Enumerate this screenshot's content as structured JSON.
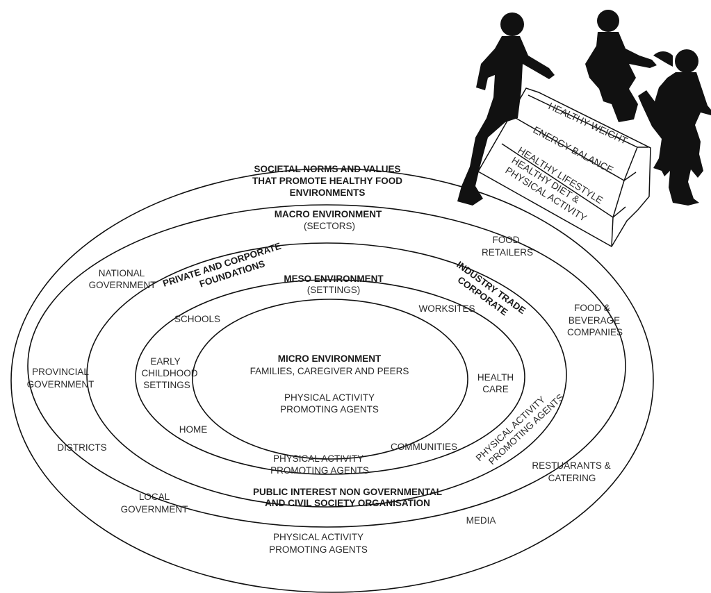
{
  "rings": {
    "societal": {
      "title_lines": [
        "SOCIETAL NORMS AND VALUES",
        "THAT PROMOTE HEALTHY FOOD",
        "ENVIRONMENTS"
      ],
      "bottom_lines": [
        "PHYSICAL ACTIVITY",
        "PROMOTING AGENTS"
      ]
    },
    "macro": {
      "title": "MACRO ENVIRONMENT",
      "subtitle": "(SECTORS)",
      "national_government": [
        "NATIONAL",
        "GOVERNMENT"
      ],
      "provincial_government": [
        "PROVINCIAL",
        "GOVERNMENT"
      ],
      "districts": "DISTRICTS",
      "local_government": [
        "LOCAL",
        "GOVERNMENT"
      ],
      "media": "MEDIA",
      "food_retailers": [
        "FOOD",
        "RETAILERS"
      ],
      "food_beverage": [
        "FOOD &",
        "BEVERAGE",
        "COMPANIES"
      ],
      "restaurants": [
        "RESTUARANTS &",
        "CATERING"
      ]
    },
    "private": {
      "label_lines": [
        "PRIVATE AND CORPORATE",
        "FOUNDATIONS"
      ],
      "industry_lines": [
        "INDUSTRY TRADE",
        "CORPORATE"
      ],
      "public_interest_lines": [
        "PUBLIC INTEREST NON GOVERNMENTAL",
        "AND CIVIL SOCIETY ORGANISATION"
      ],
      "pa_curved_lines": [
        "PHYSICAL ACTIVITY",
        "PROMOTING AGENTS"
      ]
    },
    "meso": {
      "title": "MESO ENVIRONMENT",
      "subtitle": "(SETTINGS)",
      "schools": "SCHOOLS",
      "worksites": "WORKSITES",
      "early_childhood": [
        "EARLY",
        "CHILDHOOD",
        "SETTINGS"
      ],
      "home": "HOME",
      "health_care": [
        "HEALTH",
        "CARE"
      ],
      "communities": "COMMUNITIES",
      "pa_lines": [
        "PHYSICAL ACTIVITY",
        "PROMOTING AGENTS"
      ]
    },
    "micro": {
      "title": "MICRO ENVIRONMENT",
      "subtitle": "FAMILIES, CAREGIVER AND PEERS",
      "pa_lines": [
        "PHYSICAL ACTIVITY",
        "PROMOTING AGENTS"
      ]
    }
  },
  "steps": {
    "top": "HEALTHY WEIGHT",
    "middle": "ENERGY BALANCE",
    "bottom_lines": [
      "HEALTHY LIFESTYLE",
      "HEALTHY DIET &",
      "PHYSICAL ACTIVITY"
    ]
  }
}
